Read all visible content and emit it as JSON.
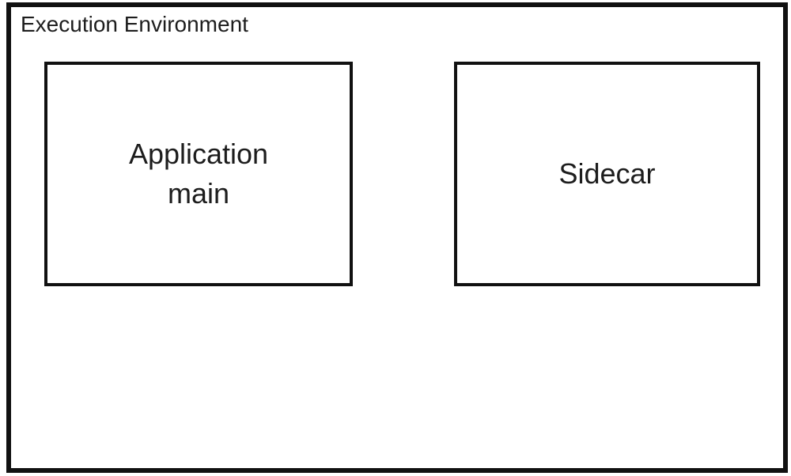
{
  "diagram": {
    "container": {
      "label": "Execution Environment"
    },
    "boxes": {
      "application": {
        "line1": "Application",
        "line2": "main"
      },
      "sidecar": {
        "label": "Sidecar"
      }
    },
    "colors": {
      "border": "#111111",
      "text": "#1d1d1d",
      "background": "#ffffff"
    }
  }
}
